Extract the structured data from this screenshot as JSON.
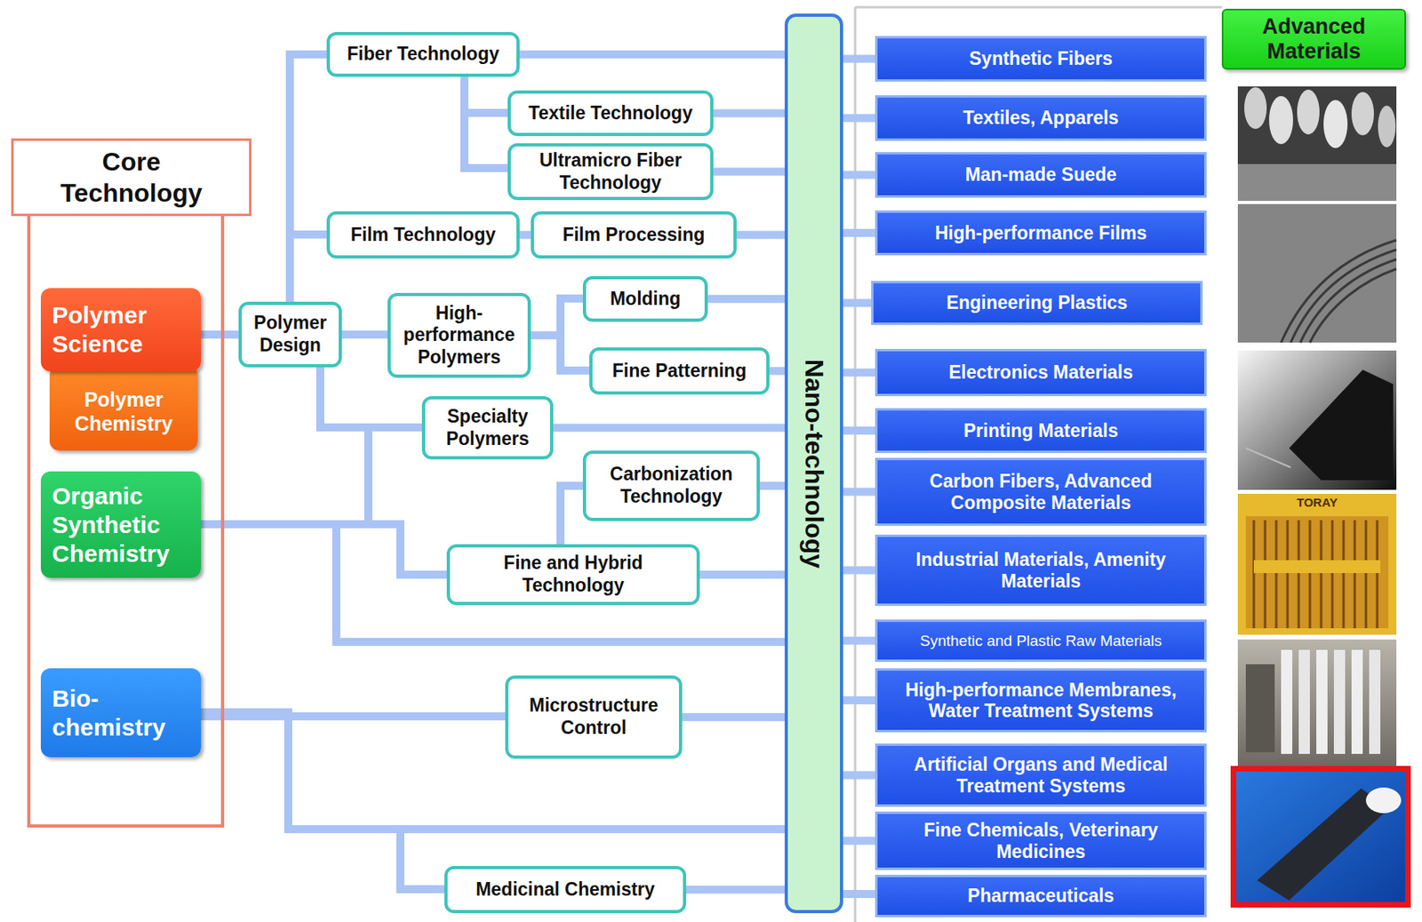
{
  "diagram": {
    "nodes": [
      {
        "text": [
          "Core Technology"
        ]
      },
      {
        "text": [
          "Polymer Science"
        ],
        "in": 0
      },
      {
        "text": [
          "Polymer Chemistry"
        ],
        "in": 0
      },
      {
        "text": [
          "Organic Synthetic Chemistry"
        ],
        "in": 0
      },
      {
        "text": [
          "Bio- chemistry"
        ],
        "in": 0
      },
      {
        "text": [
          "Polymer Design"
        ]
      },
      {
        "text": [
          "Fiber Technology"
        ]
      },
      {
        "text": [
          "Textile Technology"
        ]
      },
      {
        "text": [
          "Ultramicro Fiber Technology"
        ]
      },
      {
        "text": [
          "Film Technology"
        ]
      },
      {
        "text": [
          "Film Processing"
        ]
      },
      {
        "text": [
          "High- performance Polymers"
        ]
      },
      {
        "text": [
          "Molding"
        ]
      },
      {
        "text": [
          "Fine Patterning"
        ]
      },
      {
        "text": [
          "Specialty Polymers"
        ]
      },
      {
        "text": [
          "Carbonization Technology"
        ]
      },
      {
        "text": [
          "Fine and Hybrid Technology"
        ]
      },
      {
        "text": [
          "Microstructure Control"
        ]
      },
      {
        "text": [
          "Medicinal Chemistry"
        ]
      },
      {
        "text": [
          "Nano-technology"
        ]
      },
      {
        "text": [
          "Synthetic Fibers"
        ]
      },
      {
        "text": [
          "Textiles, Apparels"
        ]
      },
      {
        "text": [
          "Man-made Suede"
        ]
      },
      {
        "text": [
          "High-performance Films"
        ]
      },
      {
        "text": [
          "Engineering Plastics"
        ]
      },
      {
        "text": [
          "Electronics Materials"
        ]
      },
      {
        "text": [
          "Printing Materials"
        ]
      },
      {
        "text": [
          "Carbon Fibers, Advanced Composite Materials"
        ]
      },
      {
        "text": [
          "Industrial Materials, Amenity Materials"
        ]
      },
      {
        "text": [
          "Synthetic and Plastic Raw Materials"
        ]
      },
      {
        "text": [
          "High-performance Membranes, Water Treatment Systems"
        ]
      },
      {
        "text": [
          "Artificial Organs and Medical Treatment Systems"
        ]
      },
      {
        "text": [
          "Fine Chemicals, Veterinary Medicines"
        ]
      },
      {
        "text": [
          "Pharmaceuticals"
        ]
      },
      {
        "text": [
          "Advanced Materials"
        ]
      }
    ],
    "edges": [
      {
        "from": 1,
        "to": 5,
        "arrow": "none"
      },
      {
        "from": 5,
        "to": 6,
        "arrow": "none"
      },
      {
        "from": 5,
        "to": 9,
        "arrow": "none"
      },
      {
        "from": 5,
        "to": 11,
        "arrow": "none"
      },
      {
        "from": 5,
        "to": 14,
        "arrow": "none"
      },
      {
        "from": 6,
        "to": 7,
        "arrow": "none"
      },
      {
        "from": 6,
        "to": 8,
        "arrow": "none"
      },
      {
        "from": 9,
        "to": 10,
        "arrow": "none"
      },
      {
        "from": 11,
        "to": 12,
        "arrow": "none"
      },
      {
        "from": 11,
        "to": 13,
        "arrow": "none"
      },
      {
        "from": 16,
        "to": 15,
        "arrow": "none"
      },
      {
        "from": 3,
        "to": 14,
        "arrow": "none"
      },
      {
        "from": 3,
        "to": 16,
        "arrow": "none"
      },
      {
        "from": 3,
        "to": 19,
        "arrow": "none"
      },
      {
        "from": 4,
        "to": 17,
        "arrow": "none"
      },
      {
        "from": 4,
        "to": 19,
        "arrow": "none"
      },
      {
        "from": 4,
        "to": 18,
        "arrow": "none"
      },
      {
        "from": 6,
        "to": 19,
        "arrow": "none"
      },
      {
        "from": 7,
        "to": 19,
        "arrow": "none"
      },
      {
        "from": 8,
        "to": 19,
        "arrow": "none"
      },
      {
        "from": 10,
        "to": 19,
        "arrow": "none"
      },
      {
        "from": 12,
        "to": 19,
        "arrow": "none"
      },
      {
        "from": 13,
        "to": 19,
        "arrow": "none"
      },
      {
        "from": 14,
        "to": 19,
        "arrow": "none"
      },
      {
        "from": 15,
        "to": 19,
        "arrow": "none"
      },
      {
        "from": 16,
        "to": 19,
        "arrow": "none"
      },
      {
        "from": 17,
        "to": 19,
        "arrow": "none"
      },
      {
        "from": 18,
        "to": 19,
        "arrow": "none"
      },
      {
        "from": 19,
        "to": 20,
        "arrow": "none"
      },
      {
        "from": 19,
        "to": 21,
        "arrow": "none"
      },
      {
        "from": 19,
        "to": 22,
        "arrow": "none"
      },
      {
        "from": 19,
        "to": 23,
        "arrow": "none"
      },
      {
        "from": 19,
        "to": 24,
        "arrow": "none"
      },
      {
        "from": 19,
        "to": 25,
        "arrow": "none"
      },
      {
        "from": 19,
        "to": 26,
        "arrow": "none"
      },
      {
        "from": 19,
        "to": 27,
        "arrow": "none"
      },
      {
        "from": 19,
        "to": 28,
        "arrow": "none"
      },
      {
        "from": 19,
        "to": 29,
        "arrow": "none"
      },
      {
        "from": 19,
        "to": 30,
        "arrow": "none"
      },
      {
        "from": 19,
        "to": 31,
        "arrow": "none"
      },
      {
        "from": 19,
        "to": 32,
        "arrow": "none"
      },
      {
        "from": 19,
        "to": 33,
        "arrow": "none"
      }
    ],
    "labels": [
      "TORAY"
    ]
  }
}
